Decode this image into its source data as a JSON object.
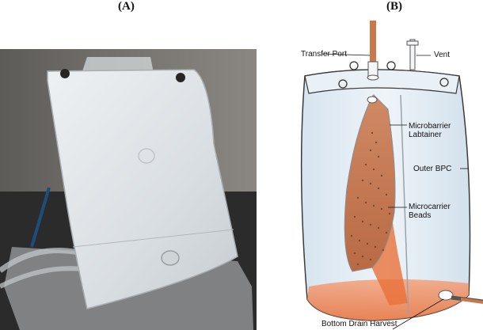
{
  "panels": {
    "a": {
      "label": "(A)"
    },
    "b": {
      "label": "(B)"
    }
  },
  "callouts": {
    "transfer_port": "Transfer Port",
    "vent": "Vent",
    "microbarrier_line1": "Microbarrier",
    "microbarrier_line2": "Labtainer",
    "outer_bpc": "Outer BPC",
    "microcarrier_line1": "Microcarrier",
    "microcarrier_line2": "Beads",
    "bottom_drain": "Bottom Drain Harvest"
  },
  "colors": {
    "bag_outline": "#3a3a3a",
    "bag_fill": "#e4eef6",
    "liquid_orange": "#e8703a",
    "labtainer_brown": "#b86a44",
    "bead_dots": "#7a4a34",
    "photo_background": "#6c6a66",
    "photo_counter": "#2a2a2a"
  }
}
